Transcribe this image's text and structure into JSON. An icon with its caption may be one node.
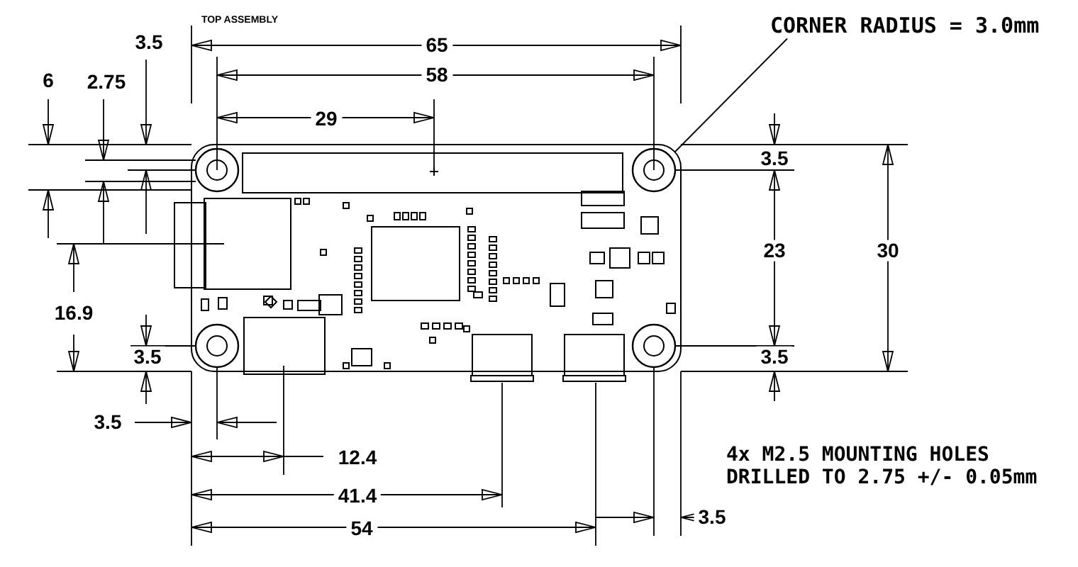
{
  "diagram": {
    "nodes": [
      {
        "text": [
          "CORNER RADIUS = 3.0mm"
        ]
      },
      {
        "text": [],
        "shape": "picture"
      }
    ],
    "edges": [
      {
        "from": 0,
        "to": 1,
        "arrow": "none"
      }
    ],
    "labels": [
      "TOP ASSEMBLY",
      "3.5",
      "65",
      "6",
      "2.75",
      "58",
      "29",
      "3.5",
      "23",
      "30",
      "16.9",
      "3.5",
      "3.5",
      "3.5",
      "12.4",
      "4x M2.5 MOUNTING HOLES DRILLED TO 2.75 +/- 0.05mm",
      "41.4",
      "3.5",
      "54"
    ]
  }
}
